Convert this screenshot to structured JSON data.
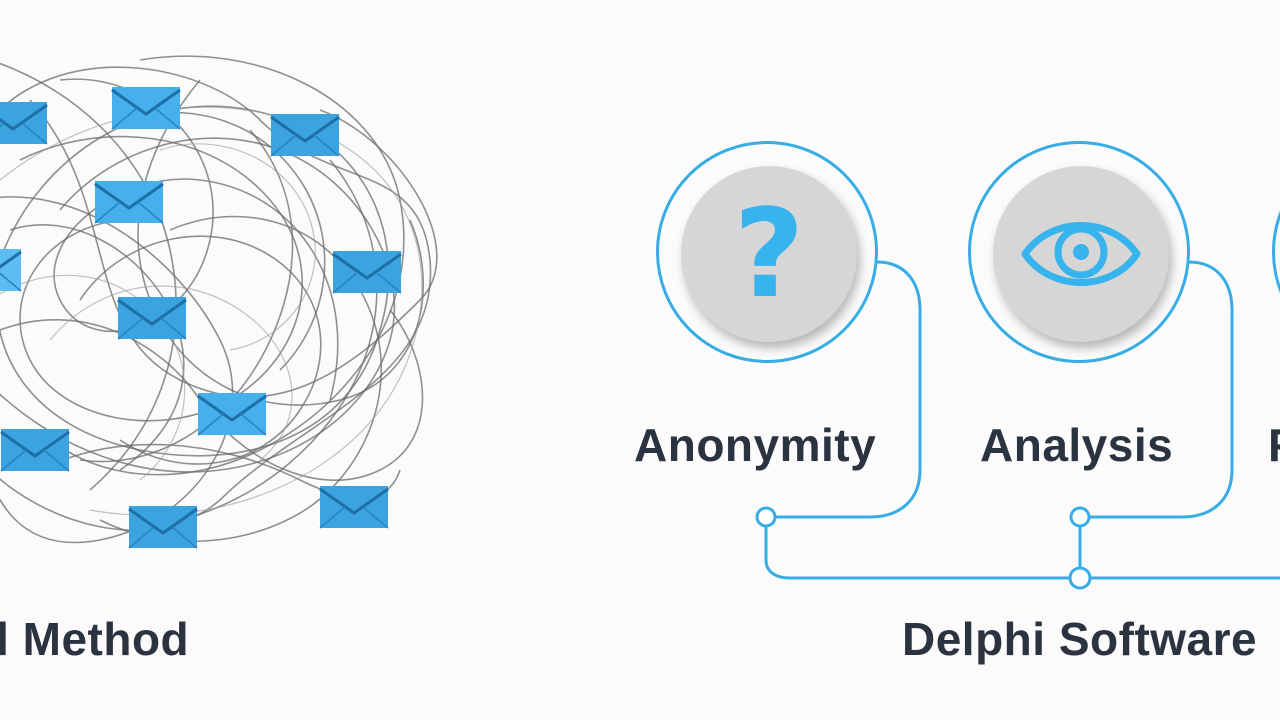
{
  "left_panel": {
    "caption": "al Method",
    "envelope_icon": "envelope-icon",
    "envelope_color": "#3aa3e0"
  },
  "right_panel": {
    "caption": "Delphi Software",
    "features": [
      {
        "label": "Anonymity",
        "icon": "question-mark-icon",
        "glyph": "?"
      },
      {
        "label": "Analysis",
        "icon": "eye-icon"
      },
      {
        "label": "F",
        "icon": "partial-icon"
      }
    ],
    "accent_color": "#38ace5",
    "disk_color": "#d6d6d6"
  }
}
